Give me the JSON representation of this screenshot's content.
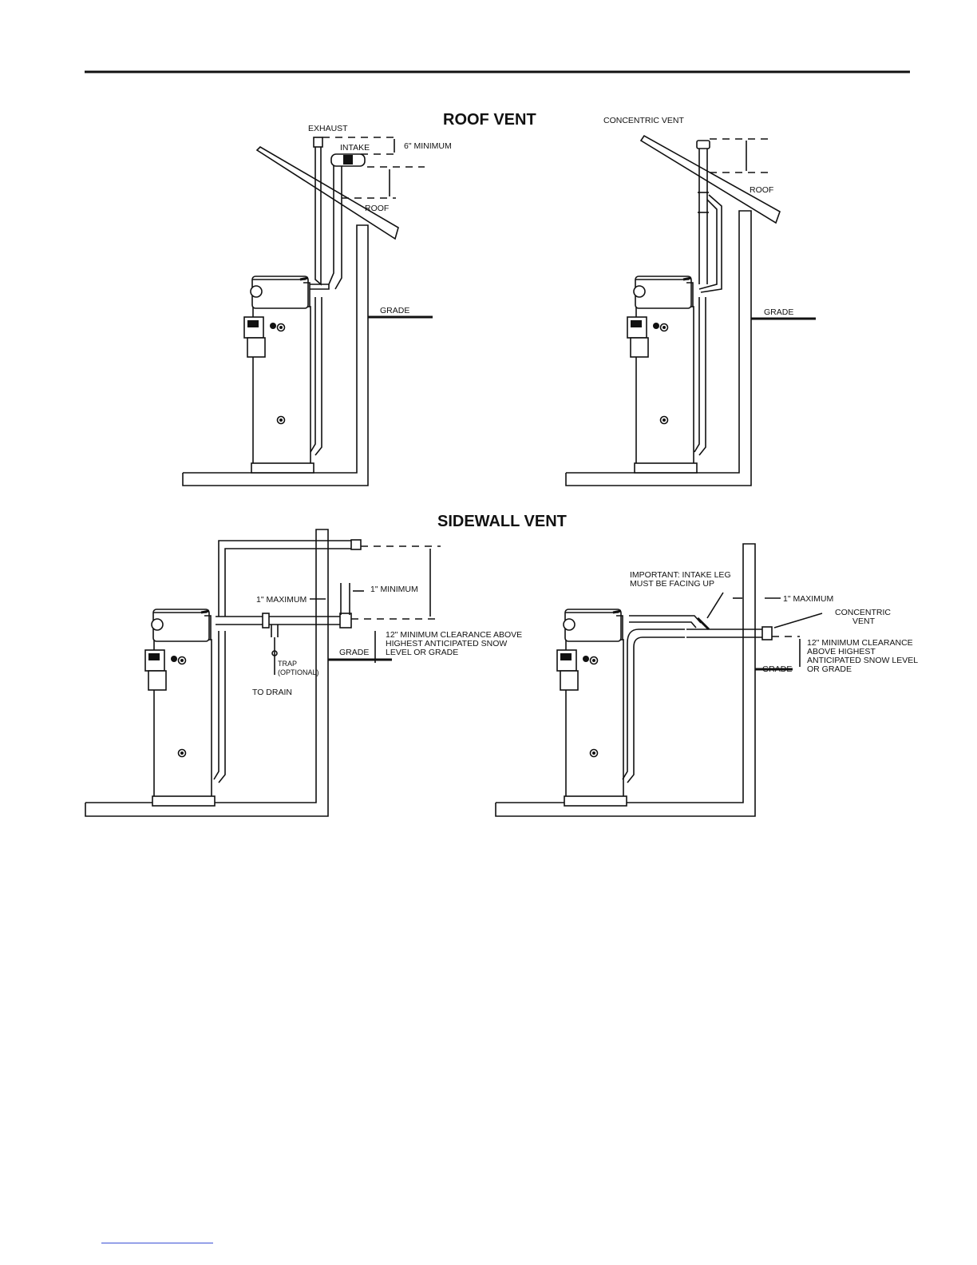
{
  "headings": {
    "roof": "ROOF VENT",
    "sidewall": "SIDEWALL VENT"
  },
  "roof_left": {
    "exhaust": "EXHAUST",
    "intake": "INTAKE",
    "min6": "6\" MINIMUM",
    "roof": "ROOF",
    "grade": "GRADE"
  },
  "roof_right": {
    "concentric": "CONCENTRIC VENT",
    "roof": "ROOF",
    "grade": "GRADE"
  },
  "side_left": {
    "max1": "1\" MAXIMUM",
    "min1": "1\" MINIMUM",
    "clear1": "12\" MINIMUM CLEARANCE ABOVE",
    "clear2": "HIGHEST ANTICIPATED SNOW",
    "clear3": "LEVEL OR GRADE",
    "grade": "GRADE",
    "trap1": "TRAP",
    "trap2": "(OPTIONAL)",
    "drain": "TO DRAIN"
  },
  "side_right": {
    "imp1": "IMPORTANT: INTAKE LEG",
    "imp2": "MUST BE FACING UP",
    "max1": "1\" MAXIMUM",
    "conc1": "CONCENTRIC",
    "conc2": "VENT",
    "clear1": "12\" MINIMUM CLEARANCE",
    "clear2": "ABOVE HIGHEST",
    "clear3": "ANTICIPATED SNOW LEVEL",
    "clear4": "OR GRADE",
    "grade": "GRADE"
  }
}
